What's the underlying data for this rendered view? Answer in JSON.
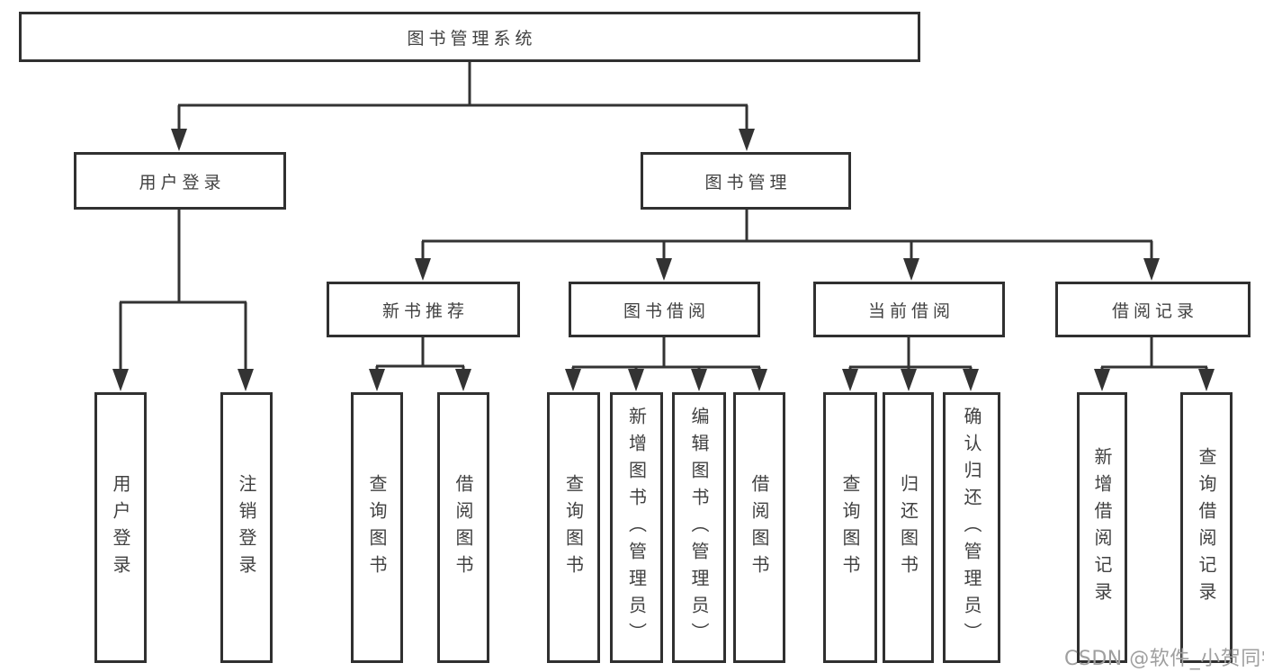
{
  "diagram": {
    "root": {
      "label": "图书管理系统"
    },
    "level1": [
      {
        "label": "用户登录"
      },
      {
        "label": "图书管理"
      }
    ],
    "level2": [
      {
        "label": "新书推荐"
      },
      {
        "label": "图书借阅"
      },
      {
        "label": "当前借阅"
      },
      {
        "label": "借阅记录"
      }
    ],
    "leaves": {
      "user_login": [
        {
          "label": "用户登录"
        },
        {
          "label": "注销登录"
        }
      ],
      "new_book_recommendation": [
        {
          "label": "查询图书"
        },
        {
          "label": "借阅图书"
        }
      ],
      "book_borrowing": [
        {
          "label": "查询图书"
        },
        {
          "label": "新增图书（管理员）"
        },
        {
          "label": "编辑图书（管理员）"
        },
        {
          "label": "借阅图书"
        }
      ],
      "current_borrowing": [
        {
          "label": "查询图书"
        },
        {
          "label": "归还图书"
        },
        {
          "label": "确认归还（管理员）"
        }
      ],
      "borrowing_records": [
        {
          "label": "新增借阅记录"
        },
        {
          "label": "查询借阅记录"
        }
      ]
    },
    "colors": {
      "line": "#333333",
      "border": "#303030",
      "text": "#414141",
      "background": "#ffffff"
    }
  },
  "watermark": {
    "text": "CSDN @软件_小贺同学",
    "color": "#9f9f9f"
  }
}
